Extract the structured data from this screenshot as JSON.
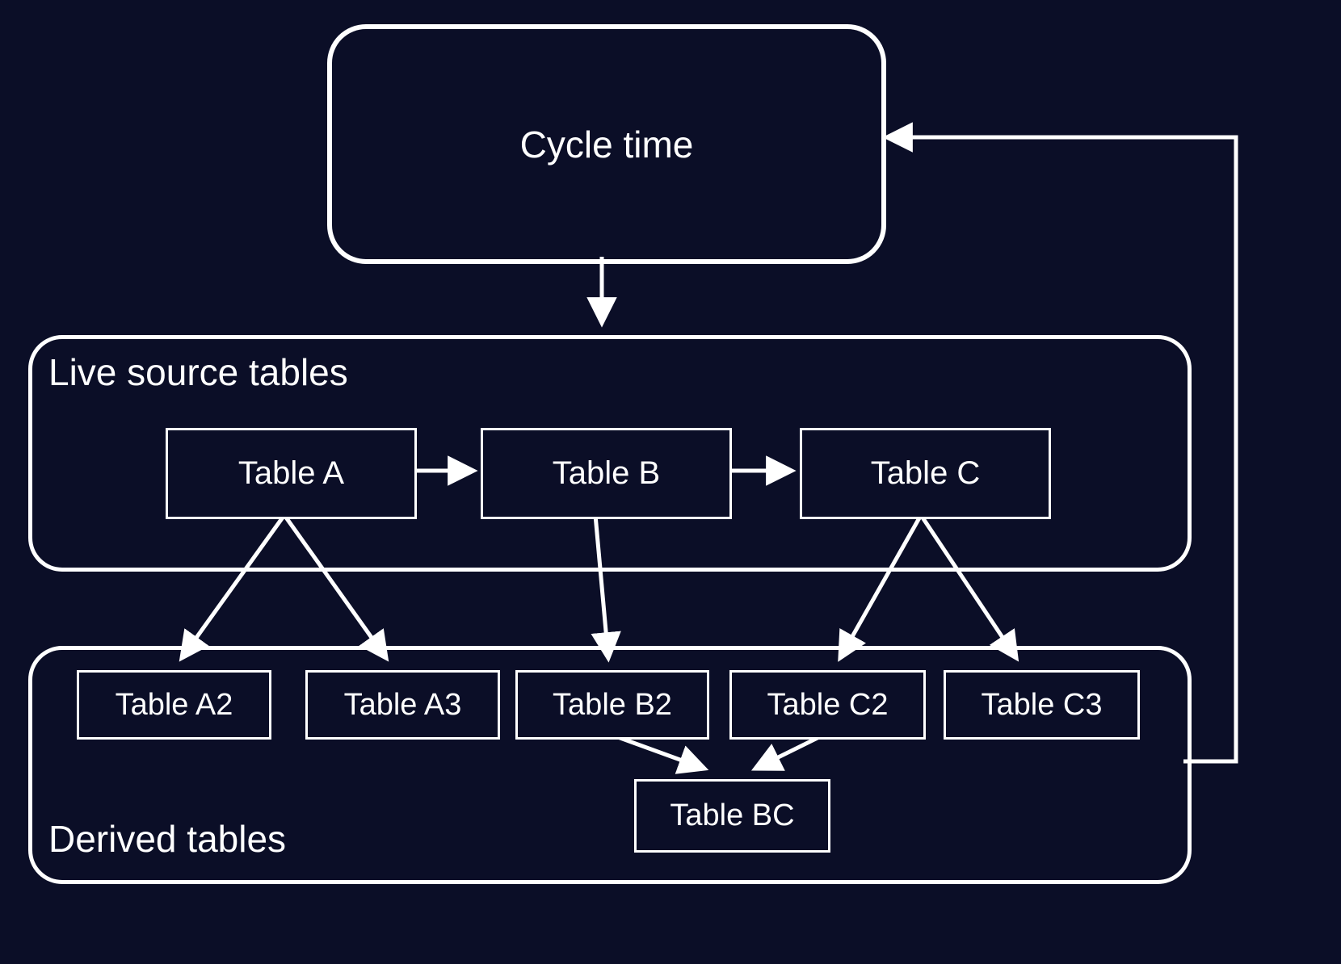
{
  "diagram": {
    "colors": {
      "background": "#0b0e27",
      "stroke": "#ffffff",
      "text": "#ffffff"
    },
    "cycle_time": {
      "label": "Cycle time"
    },
    "live_source": {
      "label": "Live source tables",
      "tables": [
        {
          "label": "Table A"
        },
        {
          "label": "Table B"
        },
        {
          "label": "Table C"
        }
      ]
    },
    "derived": {
      "label": "Derived tables",
      "tables": [
        {
          "label": "Table A2"
        },
        {
          "label": "Table A3"
        },
        {
          "label": "Table B2"
        },
        {
          "label": "Table C2"
        },
        {
          "label": "Table C3"
        }
      ],
      "merged": {
        "label": "Table BC"
      }
    }
  }
}
